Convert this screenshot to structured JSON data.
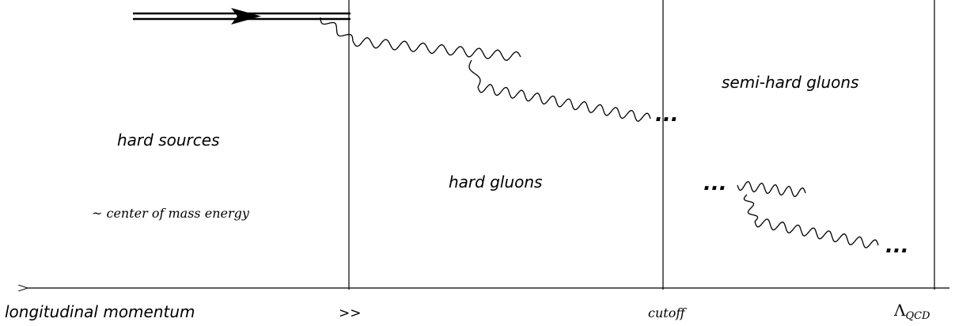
{
  "regions": {
    "hard_sources": "hard sources",
    "hard_sources_note": "~ center of mass energy",
    "hard_gluons": "hard gluons",
    "semi_hard_gluons": "semi-hard gluons"
  },
  "axis": {
    "label": "longitudinal momentum",
    "ticks": [
      ">>",
      "cutoff",
      "Λ"
    ],
    "last_tick_subscript": "QCD"
  },
  "ellipses": [
    "...",
    "...",
    "..."
  ]
}
